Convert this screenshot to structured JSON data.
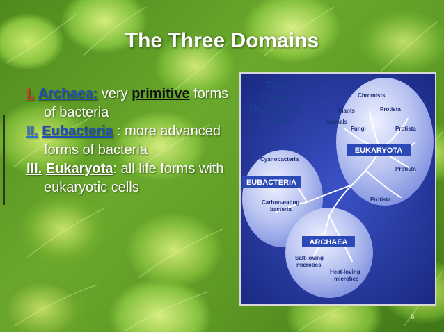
{
  "slide": {
    "title": "The Three Domains",
    "bullets": [
      {
        "num": "I.",
        "term": "Archaea:",
        "text_a": " very ",
        "emph": "primitive",
        "text_b": " forms of bacteria"
      },
      {
        "num": "II.",
        "term": "Eubacteria",
        "text_a": " : more advanced forms of bacteria"
      },
      {
        "num": "III.",
        "term": "Eukaryota",
        "text_a": ": all life forms with eukaryotic cells"
      }
    ],
    "page_number": "6"
  },
  "diagram": {
    "heading": [
      "The",
      "Three",
      "DOMAINS",
      "of Life"
    ],
    "eukaryota": {
      "label": "EUKARYOTA",
      "branches": [
        "Chromists",
        "Protista",
        "Plants",
        "Animals",
        "Fungi",
        "Protista",
        "Protista",
        "Protista"
      ]
    },
    "eubacteria": {
      "label": "EUBACTERIA",
      "branches": [
        "Cyanobacteria",
        "Carbon-eating",
        "bacteria"
      ]
    },
    "archaea": {
      "label": "ARCHAEA",
      "branches": [
        "Salt-loving",
        "microbes",
        "Heat-loving",
        "microbes"
      ]
    },
    "colors": {
      "heading": "#1d3f8f",
      "label_bg": "#2c49b8",
      "label_text": "#ffffff",
      "circle": "#8d9ee6",
      "panel": "#21359e"
    }
  }
}
